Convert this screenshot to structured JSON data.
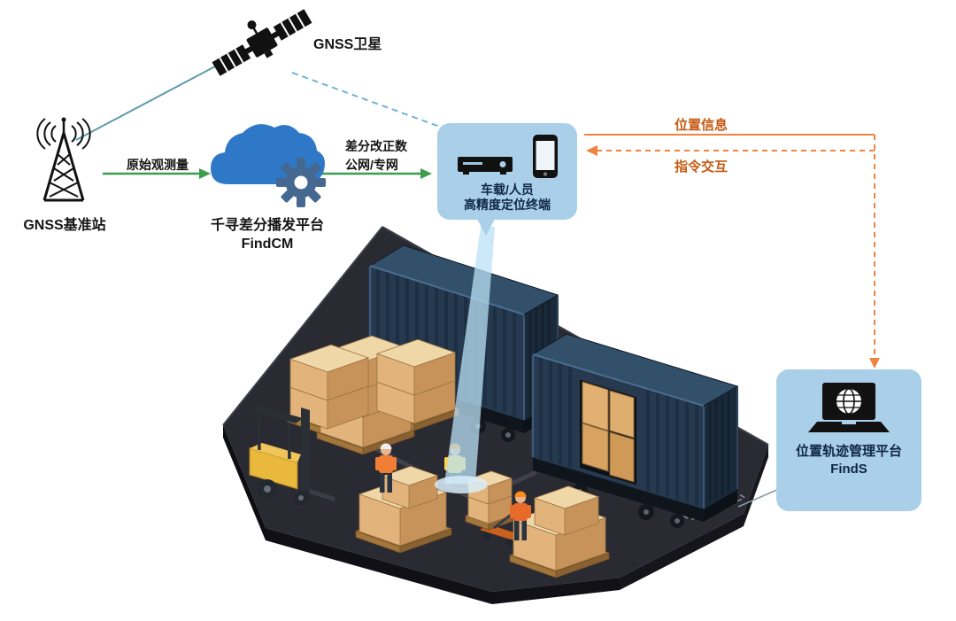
{
  "diagram": {
    "satellite": {
      "label": "GNSS卫星",
      "icon": "gnss-satellite-icon"
    },
    "base_station": {
      "label": "GNSS基准站",
      "icon": "radio-tower-icon"
    },
    "flow_raw": {
      "label": "原始观测量"
    },
    "cloud_platform": {
      "title": "千寻差分播发平台",
      "subtitle": "FindCM",
      "icon": "cloud-gear-icon"
    },
    "flow_corrections": {
      "line1": "差分改正数",
      "line2": "公网/专网"
    },
    "terminal": {
      "title": "车载/人员",
      "subtitle": "高精度定位终端",
      "icons": [
        "receiver-box-icon",
        "smartphone-icon"
      ]
    },
    "flow_position": {
      "label": "位置信息"
    },
    "flow_command": {
      "label": "指令交互"
    },
    "management_platform": {
      "title": "位置轨迹管理平台",
      "subtitle": "FindS",
      "icon": "laptop-globe-icon"
    }
  },
  "colors": {
    "bubble_bg": "#a9d0e8",
    "cloud_blue": "#2f78c8",
    "gear_blue": "#44688f",
    "arrow_green": "#3c9e4d",
    "arrow_orange": "#ef8440",
    "flow_label_orange": "#c65911",
    "link_teal": "#5f9aaa",
    "link_dashed_blue": "#74b2d4",
    "beam_blue": "#b9e1f5",
    "floor_dark": "#2a2a33",
    "container_navy": "#26394e",
    "box_tan": "#e2b37a",
    "forklift_yellow": "#e9b83d"
  }
}
